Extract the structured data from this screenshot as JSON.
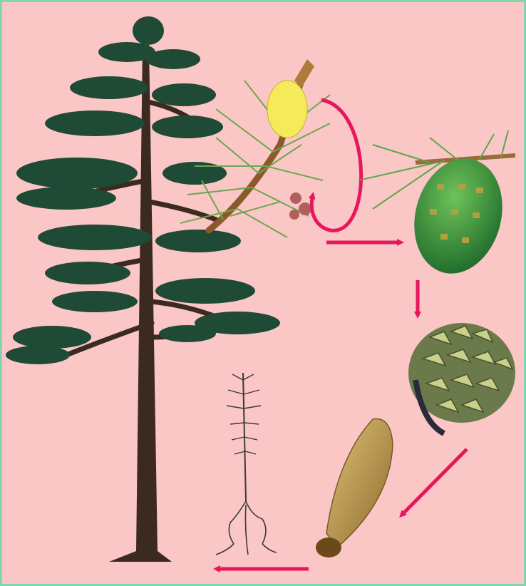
{
  "diagram": {
    "stages": [
      {
        "id": "pine-tree",
        "icon": "pine-tree-icon"
      },
      {
        "id": "flowering-branch",
        "icon": "pine-branch-with-cones-icon"
      },
      {
        "id": "green-cone",
        "icon": "green-cone-icon"
      },
      {
        "id": "mature-cone",
        "icon": "open-cone-icon"
      },
      {
        "id": "winged-seed",
        "icon": "winged-seed-icon"
      },
      {
        "id": "seedling",
        "icon": "seedling-icon"
      }
    ],
    "colors": {
      "background": "#fbc6c6",
      "border": "#7fd6b0",
      "arrow": "#e8175d",
      "foliage": "#1f4a36",
      "trunk": "#3b2a20"
    }
  }
}
